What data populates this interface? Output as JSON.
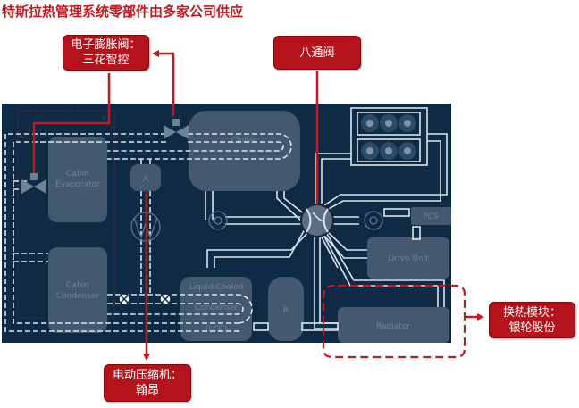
{
  "title": "特斯拉热管理系统零部件由多家公司供应",
  "colors": {
    "accent_red": "#c8161d",
    "callout_bg": "#b5121b",
    "panel_bg": "#0f2a45",
    "component_fill": "#5a6e82",
    "pipe": "#dce6ee"
  },
  "callouts": {
    "expansion_valve": {
      "line1": "电子膨胀阀：",
      "line2": "三花智控"
    },
    "octovalve": {
      "line1": "八通阀"
    },
    "heat_exchange": {
      "line1": "换热模块：",
      "line2": "银轮股份"
    },
    "compressor": {
      "line1": "电动压缩机：",
      "line2": "翰昂"
    }
  },
  "components": {
    "chiller": "Chiller",
    "cabin_evaporator": [
      "Cabin",
      "Evaporator"
    ],
    "cabin_condenser": [
      "Cabin",
      "Condenser"
    ],
    "accumulator": "A",
    "lcc": [
      "Liquid Cooled",
      "Condenser",
      "(LCC)"
    ],
    "receiver": "R",
    "pcs": "PCS",
    "drive_unit": "Drive Unit",
    "radiator": "Radiator"
  },
  "icons": [
    "expansion-valve-icon",
    "octovalve-icon",
    "pump-icon",
    "compressor-icon",
    "shutoff-valve-icon",
    "battery-cells-icon",
    "arrow-icon"
  ]
}
